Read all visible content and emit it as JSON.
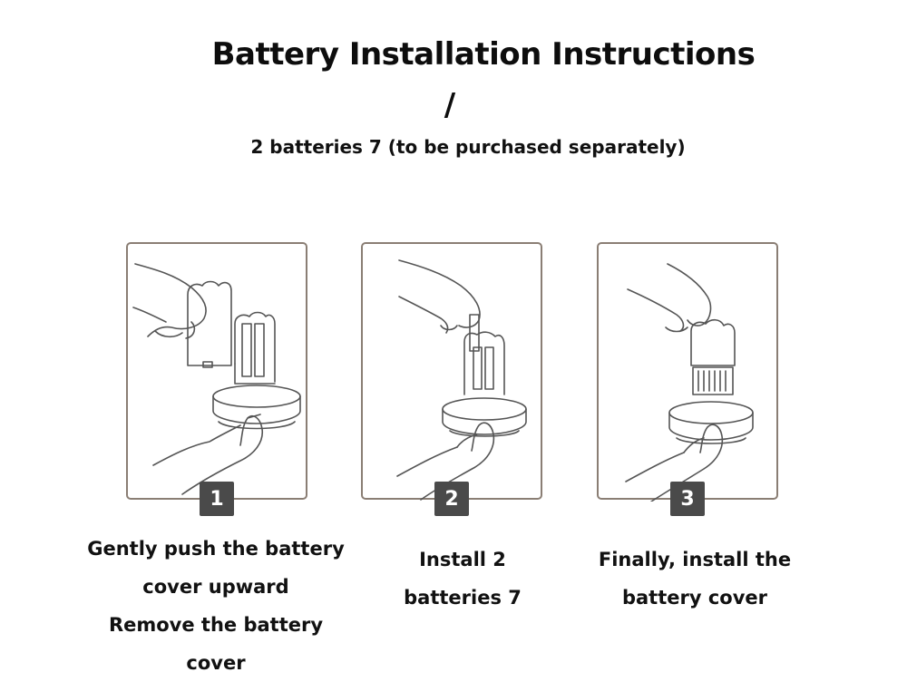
{
  "header": {
    "title": "Battery Installation Instructions",
    "slash": "/",
    "subtitle": "2 batteries 7 (to be purchased separately)"
  },
  "steps": [
    {
      "number": "1",
      "caption_lines": [
        "Gently push the battery",
        "cover upward",
        "Remove the battery",
        "cover"
      ]
    },
    {
      "number": "2",
      "caption_lines": [
        "Install 2",
        "batteries 7"
      ]
    },
    {
      "number": "3",
      "caption_lines": [
        "Finally, install the",
        "battery cover"
      ]
    }
  ],
  "colors": {
    "panel_border": "#8a7e74",
    "badge_bg": "#4a4a4a",
    "line_art": "#555555"
  }
}
